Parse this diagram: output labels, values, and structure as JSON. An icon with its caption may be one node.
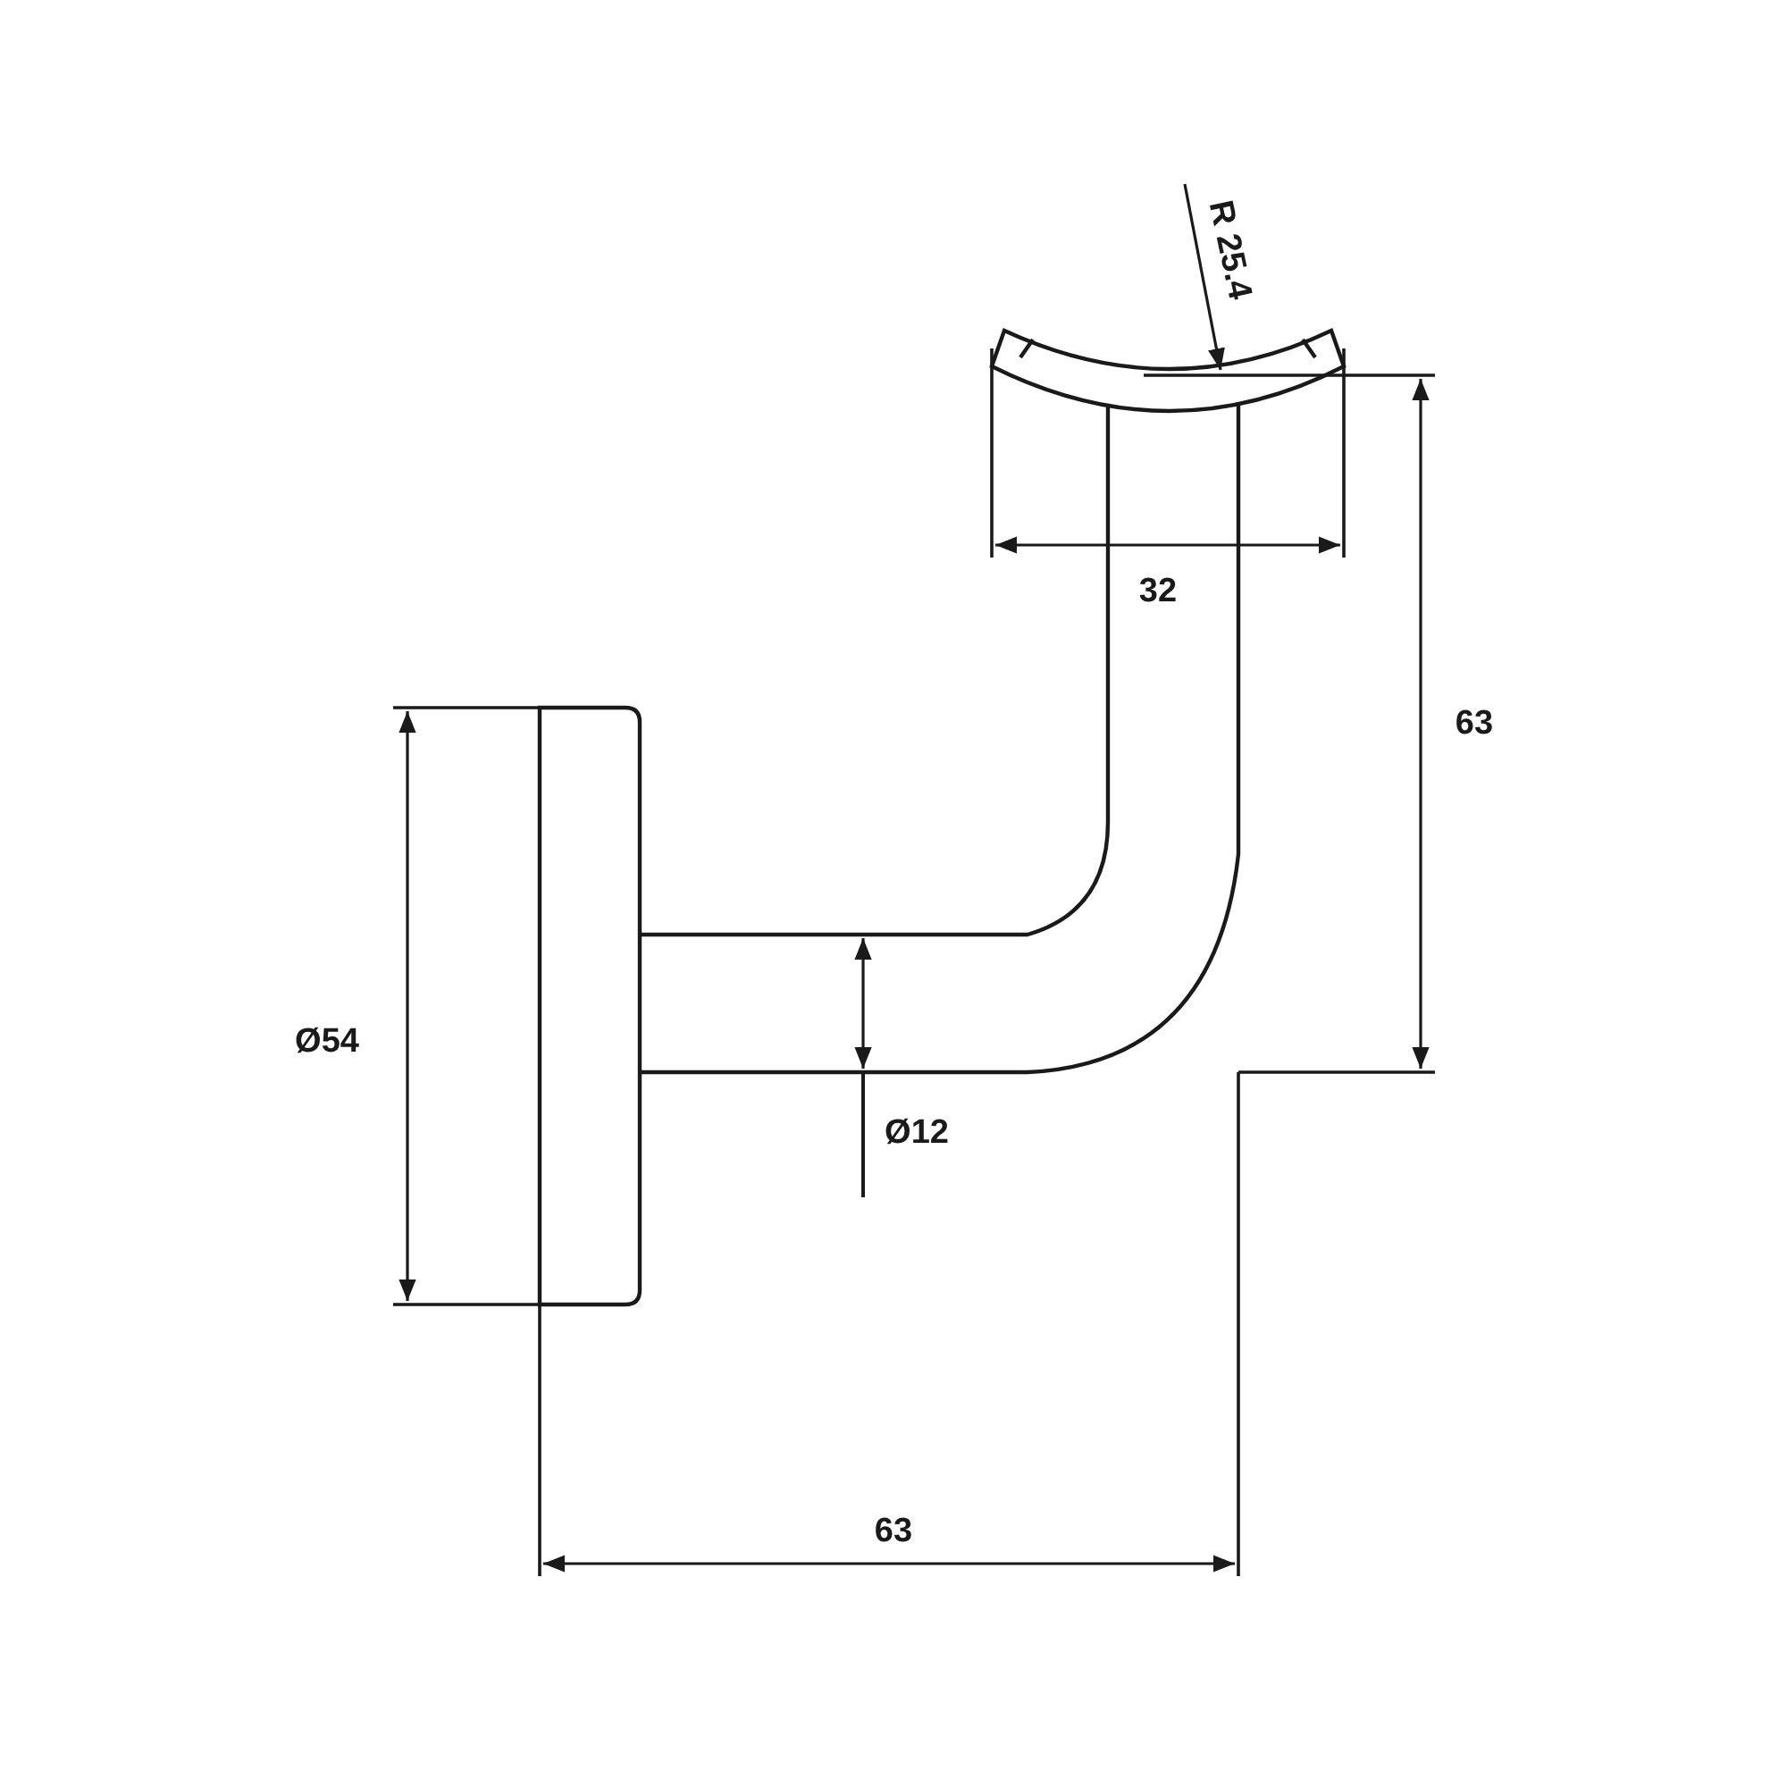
{
  "diagram": {
    "labels": [
      "R 25.4",
      "32",
      "63",
      "Ø54",
      "Ø12",
      "63"
    ]
  }
}
